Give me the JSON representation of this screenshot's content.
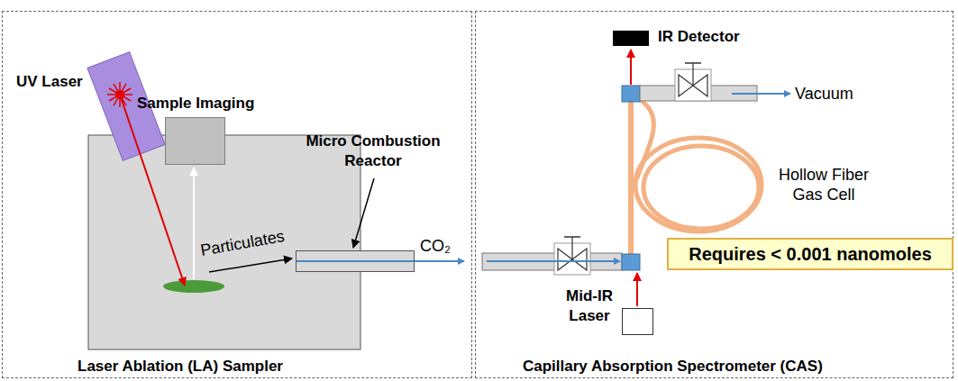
{
  "diagram": {
    "nodes": [
      {
        "text": [
          "Laser Ablation (LA) Sampler"
        ]
      },
      {
        "text": [
          "Capillary Absorption Spectrometer (CAS)"
        ]
      },
      {
        "text": [
          "UV Laser"
        ],
        "in": 0
      },
      {
        "text": [
          "Sample Imaging"
        ],
        "in": 0
      },
      {
        "text": [
          "Micro Combustion Reactor"
        ],
        "in": 0
      },
      {
        "text": [
          "IR Detector"
        ],
        "in": 1
      },
      {
        "text": [
          "Requires < 0.001 nanomoles"
        ],
        "in": 1
      },
      {
        "text": [
          "Mid-IR Laser"
        ],
        "in": 1
      }
    ],
    "labels": [
      "Particulates",
      "CO₂",
      "Vacuum",
      "Hollow Fiber Gas Cell"
    ]
  }
}
